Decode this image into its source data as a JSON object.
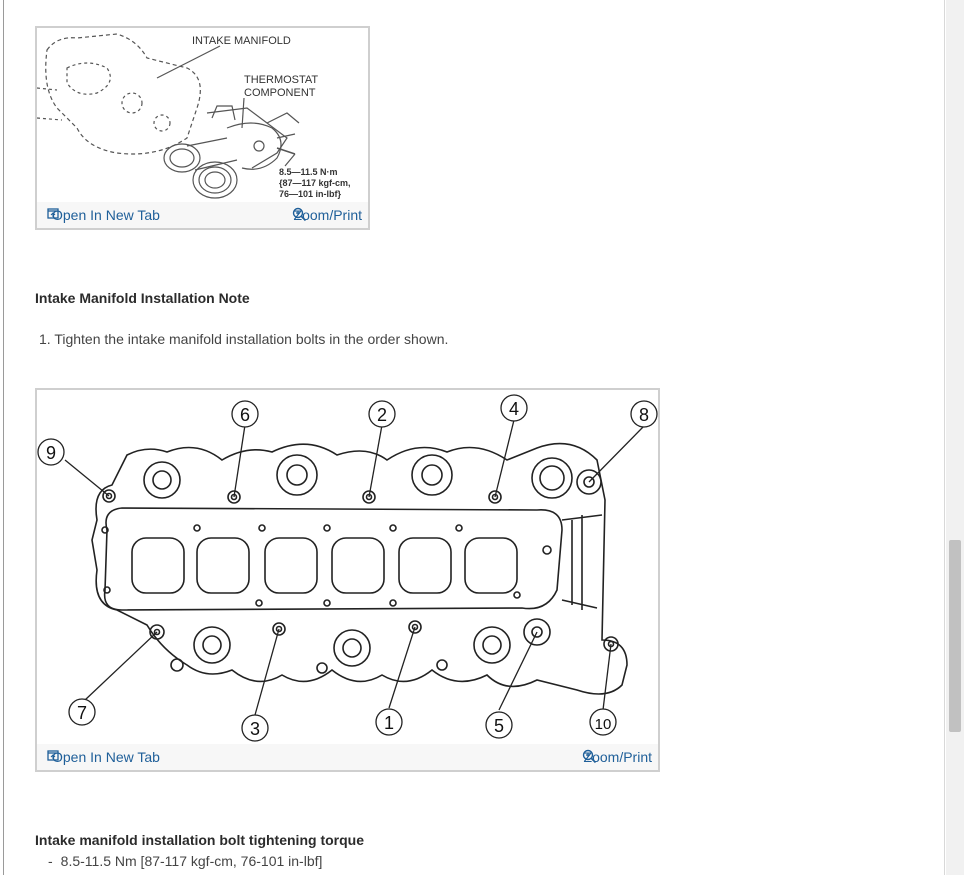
{
  "figure1": {
    "labels": {
      "intake_manifold": "INTAKE MANIFOLD",
      "thermostat_line1": "THERMOSTAT",
      "thermostat_line2": "COMPONENT",
      "torque_line1": "8.5—11.5 N·m",
      "torque_line2": "{87—117 kgf-cm,",
      "torque_line3": "76—101 in-lbf}"
    },
    "open_label": "Open In New Tab",
    "zoom_label": "Zoom/Print"
  },
  "section": {
    "title": "Intake Manifold Installation Note",
    "steps": [
      {
        "number": "1.",
        "text": "Tighten the intake manifold installation bolts in the order shown."
      }
    ]
  },
  "figure2": {
    "bolt_numbers": [
      "1",
      "2",
      "3",
      "4",
      "5",
      "6",
      "7",
      "8",
      "9",
      "10"
    ],
    "open_label": "Open In New Tab",
    "zoom_label": "Zoom/Print"
  },
  "torque": {
    "title": "Intake manifold installation bolt tightening torque",
    "item_dash": "-",
    "item_text": "8.5-11.5 Nm [87-117 kgf-cm, 76-101 in-lbf]"
  },
  "icons": [
    "open-in-new-tab-icon",
    "zoom-icon"
  ]
}
